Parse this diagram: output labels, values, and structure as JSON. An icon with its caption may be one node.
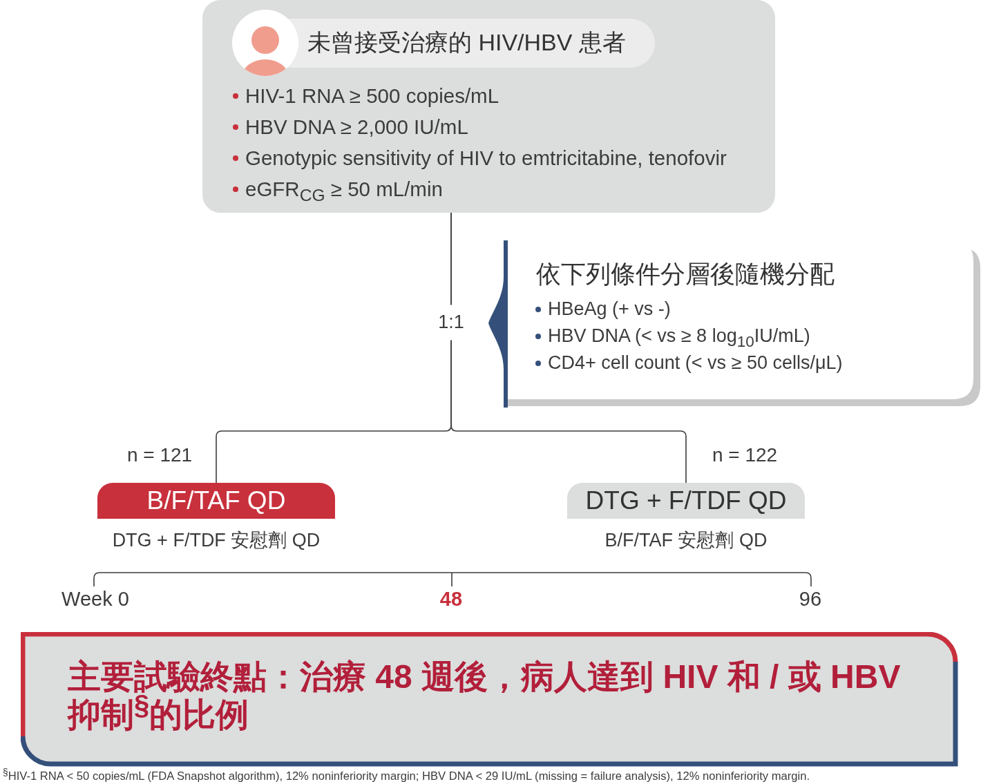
{
  "diagram": {
    "nodes": [
      {
        "text": [
          "HIV-1 RNA ≥ 500 copies/mL",
          "HBV DNA ≥ 2,000 IU/mL",
          "Genotypic sensitivity of HIV to emtricitabine, tenofovir",
          "eGFR$_{CG}$ ≥ 50 mL/min"
        ]
      },
      {
        "text": [
          "未曾接受治療的 HIV/HBV 患者"
        ],
        "in": 0
      },
      {
        "text": [
          "依下列條件分層後隨機分配",
          "HBeAg (+ vs -)",
          "HBV DNA (< vs ≥ 8 log$_{10}$IU/mL)",
          "CD4+ cell count (< vs ≥ 50 cells/μL)"
        ]
      },
      {
        "text": [
          "B/F/TAF QD"
        ],
        "beside": [
          "n = 121",
          "DTG + F/TDF 安慰劑 QD"
        ]
      },
      {
        "text": [
          "DTG + F/TDF QD"
        ],
        "beside": [
          "n = 122",
          "B/F/TAF 安慰劑 QD"
        ]
      },
      {
        "text": [
          "主要試驗終點：治療 48 週後，病人達到 HIV 和 / 或 HBV 抑制$^{§}$的比例"
        ]
      }
    ],
    "edges": [
      {
        "from": 0,
        "to": 3,
        "arrow": "none",
        "label": "1:1"
      },
      {
        "from": 0,
        "to": 4,
        "arrow": "none"
      }
    ],
    "labels": [
      "Week 0",
      "48",
      "96",
      "$^{§}$HIV-1 RNA < 50 copies/mL (FDA Snapshot algorithm), 12% noninferiority margin; HBV DNA < 29 IU/mL (missing = failure analysis), 12% noninferiority margin."
    ]
  }
}
